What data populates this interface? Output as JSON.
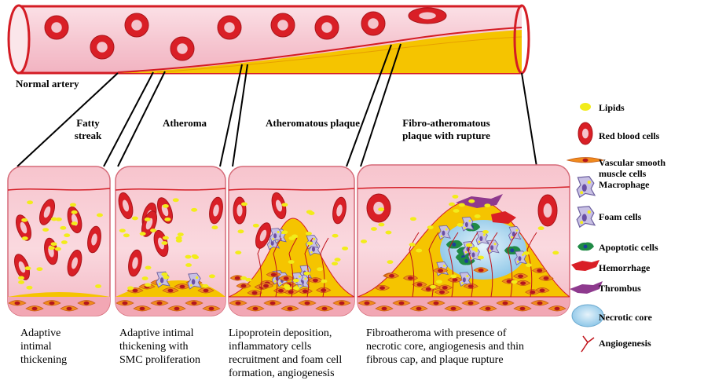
{
  "labels": {
    "normal_artery": "Normal artery",
    "stages": [
      {
        "title": "Fatty\nstreak",
        "caption": "Adaptive\nintimal\nthickening"
      },
      {
        "title": "Atheroma",
        "caption": "Adaptive intimal\nthickening with\nSMC proliferation"
      },
      {
        "title": "Atheromatous plaque",
        "caption": "Lipoprotein deposition,\ninflammatory cells\nrecruitment and foam cell\nformation, angiogenesis"
      },
      {
        "title": "Fibro-atheromatous\nplaque with rupture",
        "caption": "Fibroatheroma with presence of\nnecrotic core, angiogenesis and thin\nfibrous cap, and plaque rupture"
      }
    ]
  },
  "legend": [
    {
      "label": "Lipids",
      "icon": "lipid-icon"
    },
    {
      "label": "Red blood cells",
      "icon": "red-blood-cell-icon"
    },
    {
      "label": "Vascular smooth\nmuscle cells",
      "icon": "smooth-muscle-cell-icon"
    },
    {
      "label": "Macrophage",
      "icon": "macrophage-icon"
    },
    {
      "label": "Foam cells",
      "icon": "foam-cell-icon"
    },
    {
      "label": "Apoptotic cells",
      "icon": "apoptotic-cell-icon"
    },
    {
      "label": "Hemorrhage",
      "icon": "hemorrhage-icon"
    },
    {
      "label": "Thrombus",
      "icon": "thrombus-icon"
    },
    {
      "label": "Necrotic core",
      "icon": "necrotic-core-icon"
    },
    {
      "label": "Angiogenesis",
      "icon": "angiogenesis-icon"
    }
  ],
  "colors": {
    "lumen": "#f6c9d3",
    "wall": "#e2232a",
    "lipid": "#f2ec1a",
    "plaque": "#f5c400",
    "rbc": "#d91f26",
    "smc": "#f08a1d",
    "macrophage": "#b7aed6",
    "apoptotic": "#1f8a45",
    "necrotic": "#9fd2ee",
    "thrombus": "#8e3a8e"
  }
}
